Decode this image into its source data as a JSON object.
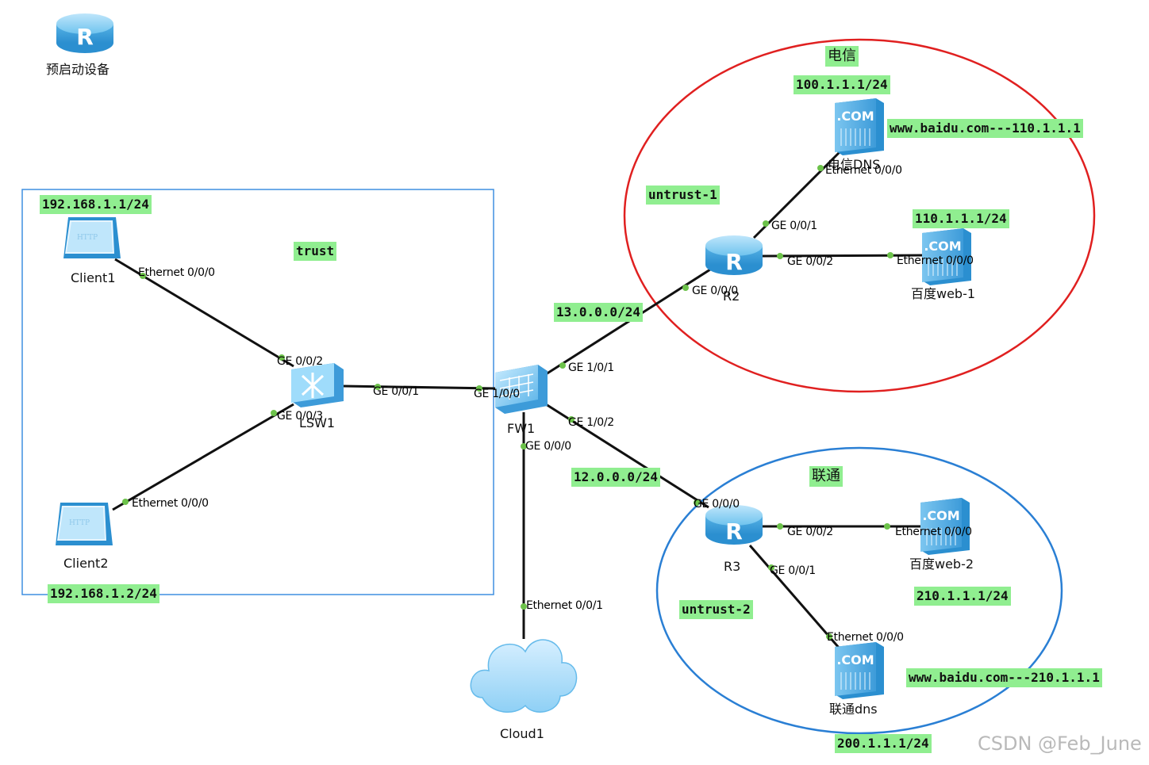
{
  "zones": {
    "trust": "trust",
    "untrust1": "untrust-1",
    "untrust2": "untrust-2",
    "telecom": "电信",
    "unicom": "联通"
  },
  "devices": {
    "pre_start": "预启动设备",
    "client1": "Client1",
    "client2": "Client2",
    "lsw1": "LSW1",
    "fw1": "FW1",
    "r2": "R2",
    "r3": "R3",
    "telecom_dns": "电信DNS",
    "baidu_web1": "百度web-1",
    "baidu_web2": "百度web-2",
    "unicom_dns": "联通dns",
    "cloud1": "Cloud1"
  },
  "addresses": {
    "client1_ip": "192.168.1.1/24",
    "client2_ip": "192.168.1.2/24",
    "net_13": "13.0.0.0/24",
    "net_12": "12.0.0.0/24",
    "telecom_dns_ip": "100.1.1.1/24",
    "telecom_dns_record": "www.baidu.com---110.1.1.1",
    "web1_ip": "110.1.1.1/24",
    "web2_ip": "210.1.1.1/24",
    "unicom_dns_record": "www.baidu.com---210.1.1.1",
    "unicom_dns_ip": "200.1.1.1/24"
  },
  "ports": {
    "client1_eth": "Ethernet 0/0/0",
    "client2_eth": "Ethernet 0/0/0",
    "lsw_ge002": "GE 0/0/2",
    "lsw_ge003": "GE 0/0/3",
    "lsw_ge001": "GE 0/0/1",
    "fw_ge100": "GE 1/0/0",
    "fw_ge101": "GE 1/0/1",
    "fw_ge102": "GE 1/0/2",
    "fw_ge000": "GE 0/0/0",
    "cloud_eth": "Ethernet 0/0/1",
    "r2_ge000": "GE 0/0/0",
    "r2_ge001": "GE 0/0/1",
    "r2_ge002": "GE 0/0/2",
    "telecom_dns_eth": "Ethernet 0/0/0",
    "web1_eth": "Ethernet 0/0/0",
    "r3_ge000": "GE 0/0/0",
    "r3_ge002": "GE 0/0/2",
    "r3_ge001": "GE 0/0/1",
    "web2_eth": "Ethernet 0/0/0",
    "unicom_dns_eth": "Ethernet 0/0/0"
  },
  "watermark": "CSDN @Feb_June",
  "colors": {
    "label_bg": "#90ee90",
    "telecom_zone": "#e02020",
    "unicom_zone": "#2a7fd4",
    "trust_box": "#3f8fe0",
    "link": "#111111",
    "port_dot": "#6cc24a",
    "device_blue": "#4aa8e6"
  },
  "icons": {
    "router": "router-icon",
    "switch": "switch-icon",
    "firewall": "firewall-icon",
    "server": "dns-server-icon",
    "client": "http-client-icon",
    "cloud": "cloud-icon"
  }
}
